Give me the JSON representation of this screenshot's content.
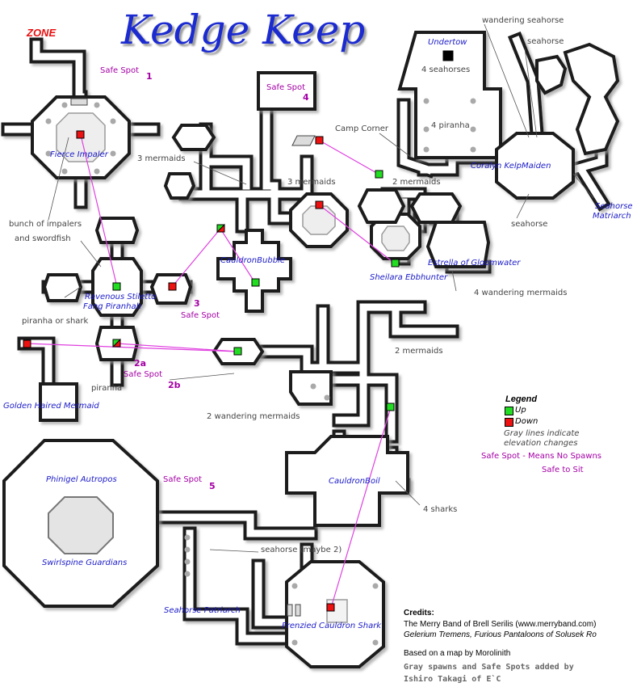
{
  "title": "Kedge Keep",
  "zone_label": "ZONE",
  "safe_spots": [
    {
      "label": "Safe Spot",
      "number": "1"
    },
    {
      "label": "Safe Spot",
      "number": "4"
    },
    {
      "label": "Safe Spot",
      "number": "3"
    },
    {
      "label": "Safe Spot",
      "number": "2a"
    },
    {
      "label": "Safe Spot",
      "number": "2b"
    },
    {
      "label": "Safe Spot",
      "number": "5"
    }
  ],
  "mobs": {
    "fierce_impaler": "Fierce Impaler",
    "undertow": "Undertow",
    "coralyn": "Coralyn KelpMaiden",
    "seahorse_matriarch_1": "Seahorse",
    "seahorse_matriarch_2": "Matriarch",
    "cauldron_bubble": "CauldronBubble",
    "estrella": "Estrella of Gloomwater",
    "sheilara": "Sheilara Ebbhunter",
    "ravenous": "Ravenous Stiletto",
    "fang": "Fang Piranhah",
    "golden": "Golden Haired Mermaid",
    "phinigel": "Phinigel Autropos",
    "swirlspine": "Swirlspine Guardians",
    "cauldron_boil": "CauldronBoil",
    "seahorse_patriarch": "Seahorse Patriarch",
    "frenzied": "Frenzied Cauldron Shark"
  },
  "notes": {
    "wandering_seahorse": "wandering seahorse",
    "seahorse_ne": "seahorse",
    "four_seahorses": "4 seahorses",
    "four_piranha": "4 piranha",
    "camp_corner": "Camp Corner",
    "three_mermaids_a": "3 mermaids",
    "three_mermaids_b": "3 mermaids",
    "two_mermaids_a": "2 mermaids",
    "seahorse_e": "seahorse",
    "bunch_1": "bunch of impalers",
    "bunch_2": "and swordfish",
    "four_wandering_mermaids": "4 wandering mermaids",
    "piranha_or_shark": "piranha or shark",
    "two_mermaids_b": "2 mermaids",
    "piranha": "piranha",
    "two_wandering_mermaids": "2 wandering mermaids",
    "four_sharks": "4 sharks",
    "seahorse_maybe": "seahorse (maybe 2)"
  },
  "legend": {
    "title": "Legend",
    "up": "Up",
    "down": "Down",
    "gray_1": "Gray lines indicate",
    "gray_2": "elevation changes",
    "safe_1": "Safe Spot - Means No Spawns",
    "safe_2": "Safe to Sit",
    "up_color": "#22dd22",
    "down_color": "#ee1111"
  },
  "credits": {
    "heading": "Credits:",
    "line1": "The Merry Band of Brell Serilis (www.merryband.com)",
    "line2": "Gelerium Tremens, Furious Pantaloons of Solusek Ro",
    "line3": "Based on a map by Morolinith",
    "line4": "Gray spawns and Safe Spots added by",
    "line5": "Ishiro Takagi of E`C"
  }
}
